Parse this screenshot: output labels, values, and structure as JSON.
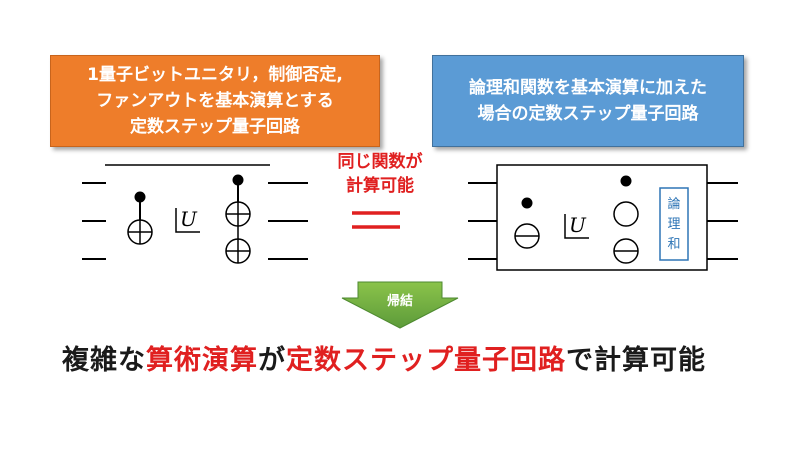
{
  "left_box": {
    "lines": [
      "1量子ビットユニタリ，制御否定,",
      "ファンアウトを基本演算とする",
      "定数ステップ量子回路"
    ]
  },
  "right_box": {
    "lines": [
      "論理和関数を基本演算に加えた",
      "場合の定数ステップ量子回路"
    ]
  },
  "equivalence": {
    "line1": "同じ関数が",
    "line2": "計算可能"
  },
  "gate_labels": {
    "unitary_left": "U",
    "unitary_right": "U",
    "or_gate": [
      "論",
      "理",
      "和"
    ]
  },
  "arrow": {
    "label": "帰結"
  },
  "conclusion": {
    "parts": [
      {
        "text": "複雑な",
        "style": "black"
      },
      {
        "text": "算術演算",
        "style": "red"
      },
      {
        "text": "が",
        "style": "black"
      },
      {
        "text": "定数ステップ量子回路",
        "style": "red"
      },
      {
        "text": "で計算可能",
        "style": "black"
      }
    ]
  },
  "colors": {
    "left_box_fill": "#ee7d2a",
    "right_box_fill": "#5b9bd5",
    "emphasis_red": "#e02020",
    "arrow_green": "#70ad47",
    "or_gate_border": "#2e75b6"
  }
}
